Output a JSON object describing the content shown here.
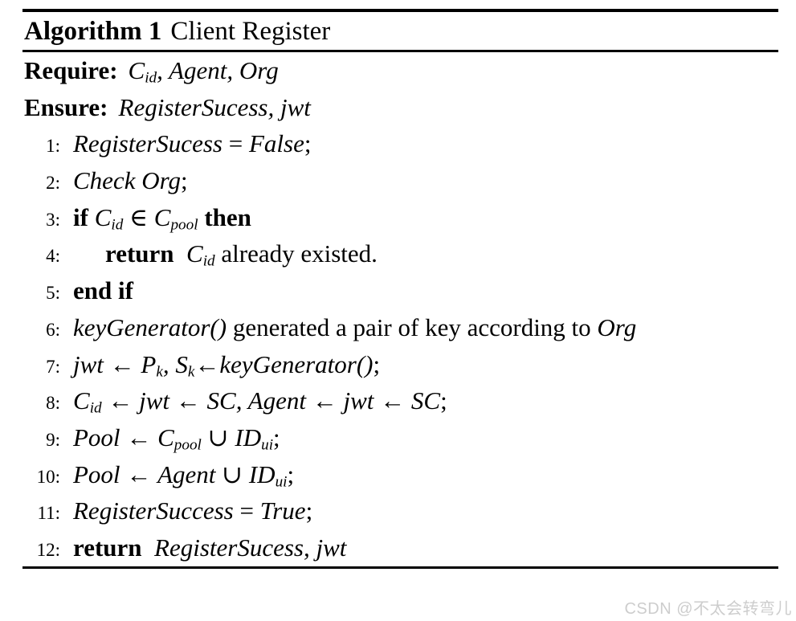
{
  "watermark": {
    "text": "CSDN @不太会转弯儿",
    "color": "#cdcdcd"
  },
  "colors": {
    "text": "#000000",
    "background": "#ffffff",
    "rule": "#000000"
  },
  "algorithm": {
    "label": "Algorithm 1",
    "title": "Client Register",
    "header_rows": [
      {
        "label": "Require:",
        "segments": [
          {
            "t": "C",
            "s": "it"
          },
          {
            "t": "id",
            "s": "sub"
          },
          {
            "t": ", ",
            "s": "it"
          },
          {
            "t": "Agent",
            "s": "it"
          },
          {
            "t": ", ",
            "s": "it"
          },
          {
            "t": "Org",
            "s": "it"
          }
        ]
      },
      {
        "label": "Ensure:",
        "segments": [
          {
            "t": "RegisterSucess, jwt",
            "s": "it"
          }
        ]
      }
    ],
    "lines": [
      {
        "number": "1:",
        "indent": 0,
        "segments": [
          {
            "t": "RegisterSucess",
            "s": "it"
          },
          {
            "t": " = ",
            "s": "rm"
          },
          {
            "t": "False",
            "s": "it"
          },
          {
            "t": ";",
            "s": "rm"
          }
        ]
      },
      {
        "number": "2:",
        "indent": 0,
        "segments": [
          {
            "t": "Check Org",
            "s": "it"
          },
          {
            "t": ";",
            "s": "rm"
          }
        ]
      },
      {
        "number": "3:",
        "indent": 0,
        "segments": [
          {
            "t": "if",
            "s": "kw"
          },
          {
            "t": " ",
            "s": "rm"
          },
          {
            "t": "C",
            "s": "it"
          },
          {
            "t": "id",
            "s": "sub"
          },
          {
            "t": " ∈ ",
            "s": "rm"
          },
          {
            "t": "C",
            "s": "it"
          },
          {
            "t": "pool",
            "s": "sub"
          },
          {
            "t": " ",
            "s": "rm"
          },
          {
            "t": "then",
            "s": "kw"
          }
        ]
      },
      {
        "number": "4:",
        "indent": 1,
        "segments": [
          {
            "t": "return",
            "s": "kw"
          },
          {
            "t": "  ",
            "s": "rm"
          },
          {
            "t": "C",
            "s": "it"
          },
          {
            "t": "id",
            "s": "sub"
          },
          {
            "t": " already existed.",
            "s": "rm"
          }
        ]
      },
      {
        "number": "5:",
        "indent": 0,
        "segments": [
          {
            "t": "end if",
            "s": "kw"
          }
        ]
      },
      {
        "number": "6:",
        "indent": 0,
        "segments": [
          {
            "t": "keyGenerator()",
            "s": "it"
          },
          {
            "t": " generated a pair of key according to ",
            "s": "rm"
          },
          {
            "t": "Org",
            "s": "it"
          }
        ]
      },
      {
        "number": "7:",
        "indent": 0,
        "segments": [
          {
            "t": "jwt",
            "s": "it"
          },
          {
            "t": " ← ",
            "s": "rm"
          },
          {
            "t": "P",
            "s": "it"
          },
          {
            "t": "k",
            "s": "sub"
          },
          {
            "t": ", ",
            "s": "it"
          },
          {
            "t": "S",
            "s": "it"
          },
          {
            "t": "k",
            "s": "sub"
          },
          {
            "t": "←",
            "s": "rm"
          },
          {
            "t": "keyGenerator()",
            "s": "it"
          },
          {
            "t": ";",
            "s": "rm"
          }
        ]
      },
      {
        "number": "8:",
        "indent": 0,
        "segments": [
          {
            "t": "C",
            "s": "it"
          },
          {
            "t": "id",
            "s": "sub"
          },
          {
            "t": " ← ",
            "s": "rm"
          },
          {
            "t": "jwt",
            "s": "it"
          },
          {
            "t": " ← ",
            "s": "rm"
          },
          {
            "t": "SC",
            "s": "it"
          },
          {
            "t": ", ",
            "s": "it"
          },
          {
            "t": "Agent",
            "s": "it"
          },
          {
            "t": " ← ",
            "s": "rm"
          },
          {
            "t": "jwt",
            "s": "it"
          },
          {
            "t": " ← ",
            "s": "rm"
          },
          {
            "t": "SC",
            "s": "it"
          },
          {
            "t": ";",
            "s": "rm"
          }
        ]
      },
      {
        "number": "9:",
        "indent": 0,
        "segments": [
          {
            "t": "Pool",
            "s": "it"
          },
          {
            "t": " ← ",
            "s": "rm"
          },
          {
            "t": "C",
            "s": "it"
          },
          {
            "t": "pool",
            "s": "sub"
          },
          {
            "t": " ∪ ",
            "s": "rm"
          },
          {
            "t": "ID",
            "s": "it"
          },
          {
            "t": "ui",
            "s": "sub"
          },
          {
            "t": ";",
            "s": "rm"
          }
        ]
      },
      {
        "number": "10:",
        "indent": 0,
        "segments": [
          {
            "t": "Pool",
            "s": "it"
          },
          {
            "t": " ← ",
            "s": "rm"
          },
          {
            "t": "Agent",
            "s": "it"
          },
          {
            "t": " ∪ ",
            "s": "rm"
          },
          {
            "t": "ID",
            "s": "it"
          },
          {
            "t": "ui",
            "s": "sub"
          },
          {
            "t": ";",
            "s": "rm"
          }
        ]
      },
      {
        "number": "11:",
        "indent": 0,
        "segments": [
          {
            "t": "RegisterSuccess",
            "s": "it"
          },
          {
            "t": " = ",
            "s": "rm"
          },
          {
            "t": "True",
            "s": "it"
          },
          {
            "t": ";",
            "s": "rm"
          }
        ]
      },
      {
        "number": "12:",
        "indent": 0,
        "segments": [
          {
            "t": "return",
            "s": "kw"
          },
          {
            "t": "  ",
            "s": "rm"
          },
          {
            "t": "RegisterSucess, jwt",
            "s": "it"
          }
        ]
      }
    ]
  }
}
